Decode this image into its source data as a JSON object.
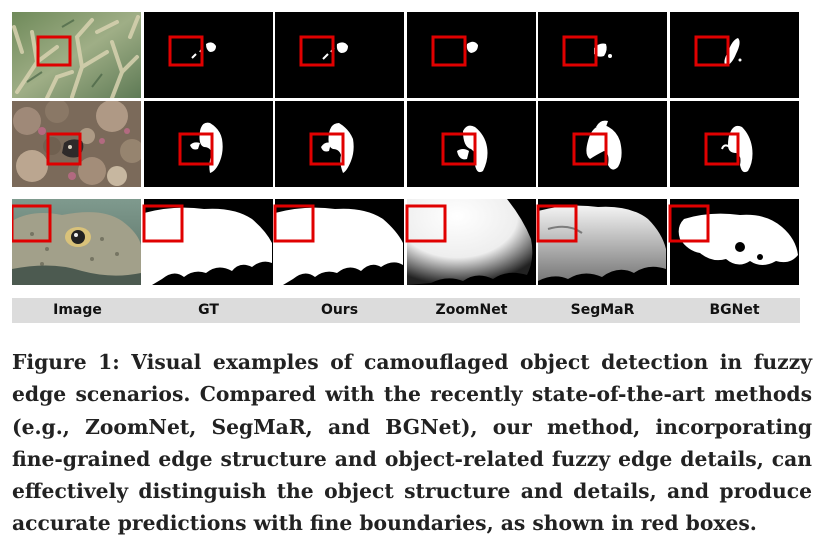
{
  "figure": {
    "columns": [
      "Image",
      "GT",
      "Ours",
      "ZoomNet",
      "SegMaR",
      "BGNet"
    ],
    "highlight_color": "#e00000"
  },
  "caption": {
    "text": "Figure 1: Visual examples of camouflaged object detection in fuzzy edge scenarios. Compared with the recently state-of-the-art methods (e.g., ZoomNet, SegMaR, and BGNet), our method, incorporating fine-grained edge structure and object-related fuzzy edge details, can effectively distinguish the object structure and details, and produce accurate predictions with fine boundaries, as shown in red boxes."
  }
}
